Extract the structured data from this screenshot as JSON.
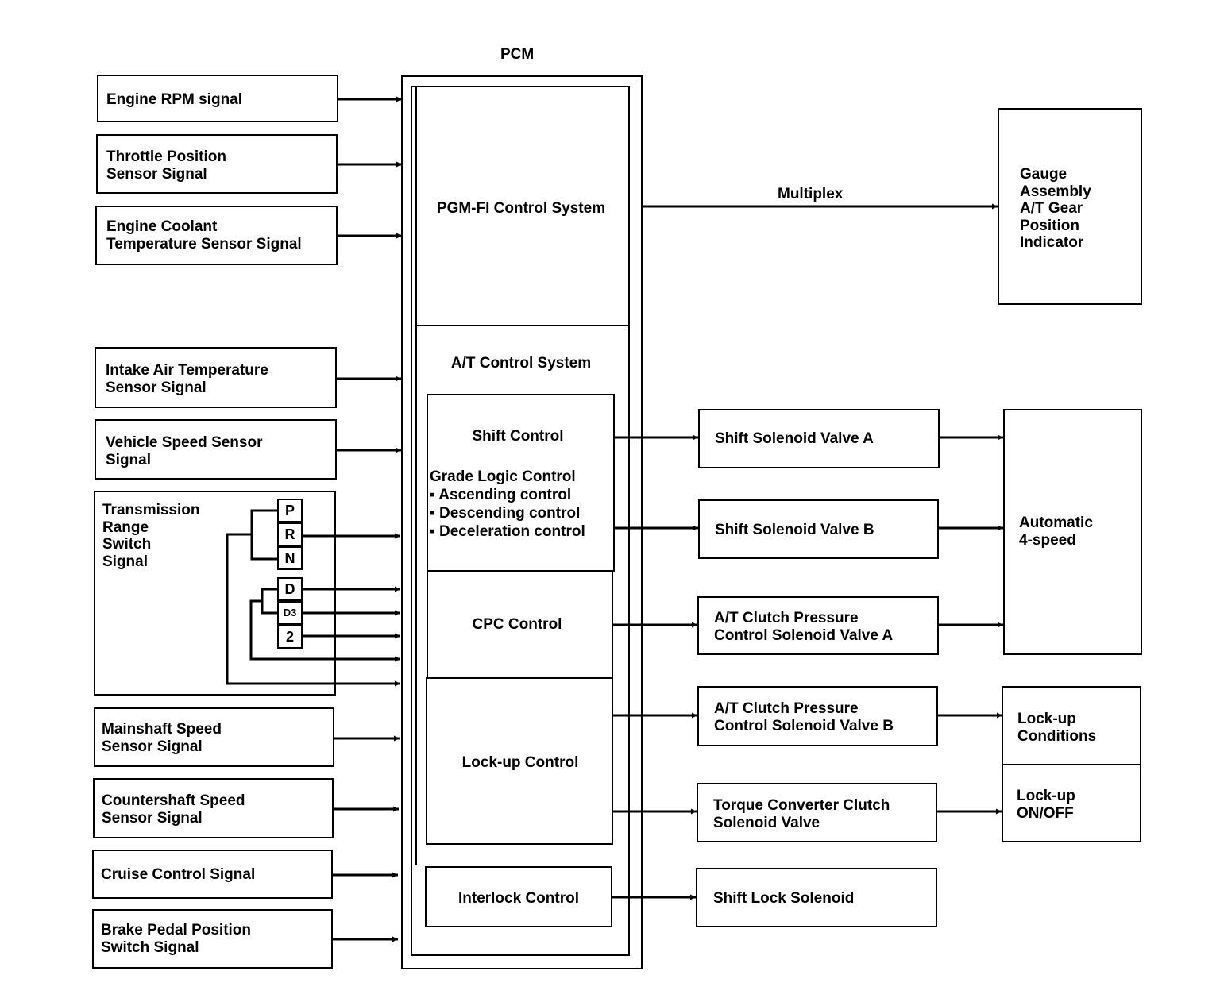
{
  "pcm": {
    "title": "PCM",
    "pgmfi_label": "PGM-FI Control System",
    "at_label": "A/T Control System",
    "shift_control": "Shift Control",
    "grade_logic_title": "Grade Logic Control",
    "grade_logic_items": [
      "▪ Ascending control",
      "▪ Descending control",
      "▪ Deceleration control"
    ],
    "cpc_control": "CPC Control",
    "lockup_control": "Lock-up Control",
    "interlock_control": "Interlock Control"
  },
  "inputs": [
    "Engine RPM signal",
    "Throttle Position\nSensor Signal",
    "Engine Coolant\nTemperature Sensor Signal",
    "Intake Air Temperature\nSensor Signal",
    "Vehicle Speed Sensor\nSignal",
    "Transmission\nRange\nSwitch\nSignal",
    "Mainshaft Speed\nSensor Signal",
    "Countershaft Speed\nSensor Signal",
    "Cruise Control Signal",
    "Brake Pedal Position\nSwitch Signal"
  ],
  "range_switch_positions": [
    "P",
    "R",
    "N",
    "D",
    "D3",
    "2"
  ],
  "multiplex_label": "Multiplex",
  "gauge_assembly": "Gauge\nAssembly\nA/T Gear\nPosition\nIndicator",
  "outputs": [
    "Shift Solenoid Valve A",
    "Shift Solenoid Valve B",
    "A/T Clutch Pressure\nControl Solenoid Valve A",
    "A/T Clutch Pressure\nControl Solenoid Valve B",
    "Torque Converter Clutch\nSolenoid Valve",
    "Shift Lock Solenoid"
  ],
  "results": {
    "automatic": "Automatic\n4-speed",
    "lockup_conditions": "Lock-up\nConditions",
    "lockup_onoff": "Lock-up\nON/OFF"
  },
  "colors": {
    "line": "#000000",
    "background": "#ffffff"
  }
}
